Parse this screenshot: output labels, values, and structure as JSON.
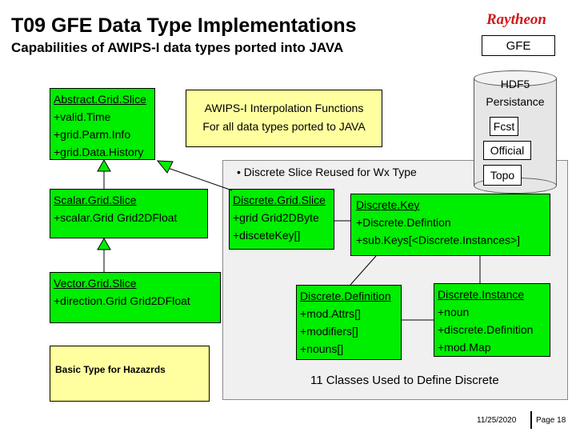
{
  "header": {
    "title": "T09 GFE Data Type Implementations",
    "subtitle": "Capabilities of AWIPS-I data types ported into JAVA",
    "logo": "Raytheon",
    "gfe_label": "GFE"
  },
  "storage": {
    "title_lines": [
      "HDF5",
      "Persistance"
    ],
    "items": [
      "Fcst",
      "Official",
      "Topo"
    ]
  },
  "interpolation": {
    "lines": [
      "AWIPS-I Interpolation Functions",
      "For all data types ported to JAVA"
    ]
  },
  "classes": {
    "abstract": {
      "name": "Abstract.Grid.Slice",
      "attrs": [
        "+valid.Time",
        "+grid.Parm.Info",
        "+grid.Data.History"
      ]
    },
    "scalar": {
      "name": "Scalar.Grid.Slice",
      "attrs": [
        "+scalar.Grid Grid2DFloat"
      ]
    },
    "vector": {
      "name": "Vector.Grid.Slice",
      "attrs": [
        "+direction.Grid Grid2DFloat"
      ]
    },
    "discrete_slice": {
      "name": "Discrete.Grid.Slice",
      "attrs": [
        "+grid Grid2DByte",
        "+disceteKey[]"
      ]
    },
    "discrete_key": {
      "name": "Discrete.Key",
      "attrs": [
        "+Discrete.Defintion",
        "+sub.Keys[<Discrete.Instances>]"
      ]
    },
    "discrete_definition": {
      "name": "Discrete.Definition",
      "attrs": [
        "+mod.Attrs[]",
        "+modifiers[]",
        "+nouns[]"
      ]
    },
    "discrete_instance": {
      "name": "Discrete.Instance",
      "attrs": [
        "+noun",
        "+discrete.Definition",
        "+mod.Map"
      ]
    }
  },
  "hazards_note": "Basic Type for Hazazrds",
  "discrete_reuse_note": "• Discrete Slice Reused for Wx Type",
  "classes_count_note": "11 Classes Used to Define Discrete",
  "footer": {
    "date": "11/25/2020",
    "page": "Page 18"
  }
}
